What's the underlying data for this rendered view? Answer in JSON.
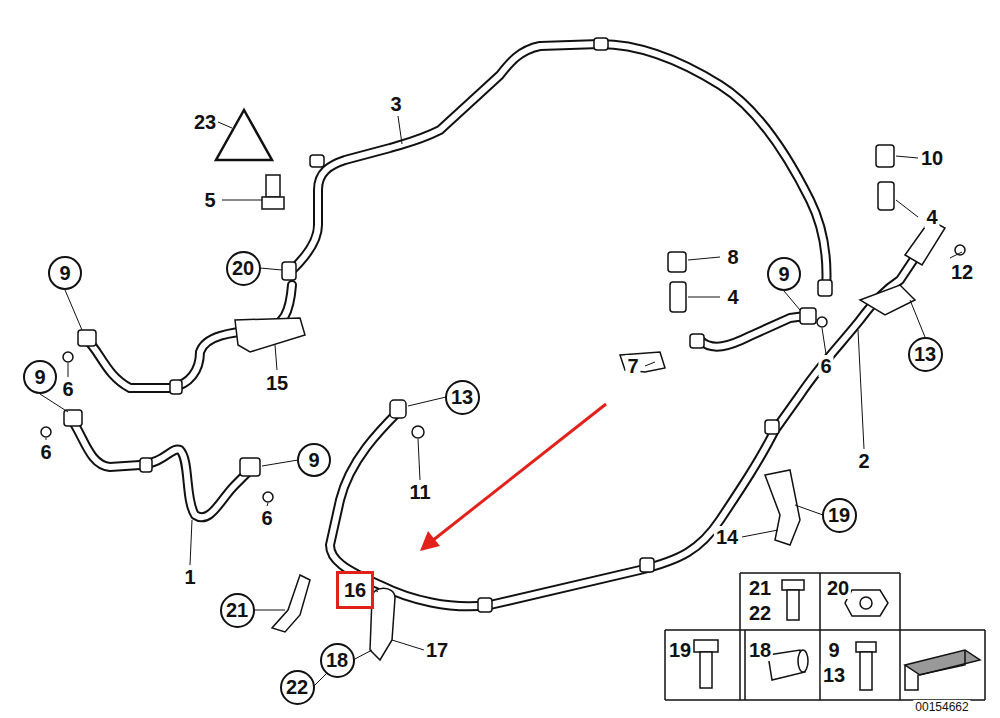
{
  "diagram": {
    "nodes": [
      {
        "text": [
          "9"
        ]
      },
      {
        "text": [
          "20"
        ]
      },
      {
        "text": [
          "9"
        ]
      },
      {
        "text": [
          "13"
        ]
      },
      {
        "text": [
          "9"
        ]
      },
      {
        "text": [
          "13"
        ]
      },
      {
        "text": [
          "9"
        ]
      },
      {
        "text": [
          "19"
        ]
      },
      {
        "text": [
          "16"
        ]
      },
      {
        "text": [
          "21"
        ]
      },
      {
        "text": [
          "18"
        ]
      },
      {
        "text": [
          "22"
        ]
      }
    ],
    "labels": [
      "23",
      "3",
      "5",
      "10",
      "4",
      "12",
      "8",
      "4",
      "7",
      "6",
      "6",
      "6",
      "1",
      "6",
      "15",
      "11",
      "2",
      "14",
      "17",
      "21",
      "22",
      "20",
      "19",
      "18",
      "9",
      "13",
      "00154662"
    ]
  }
}
